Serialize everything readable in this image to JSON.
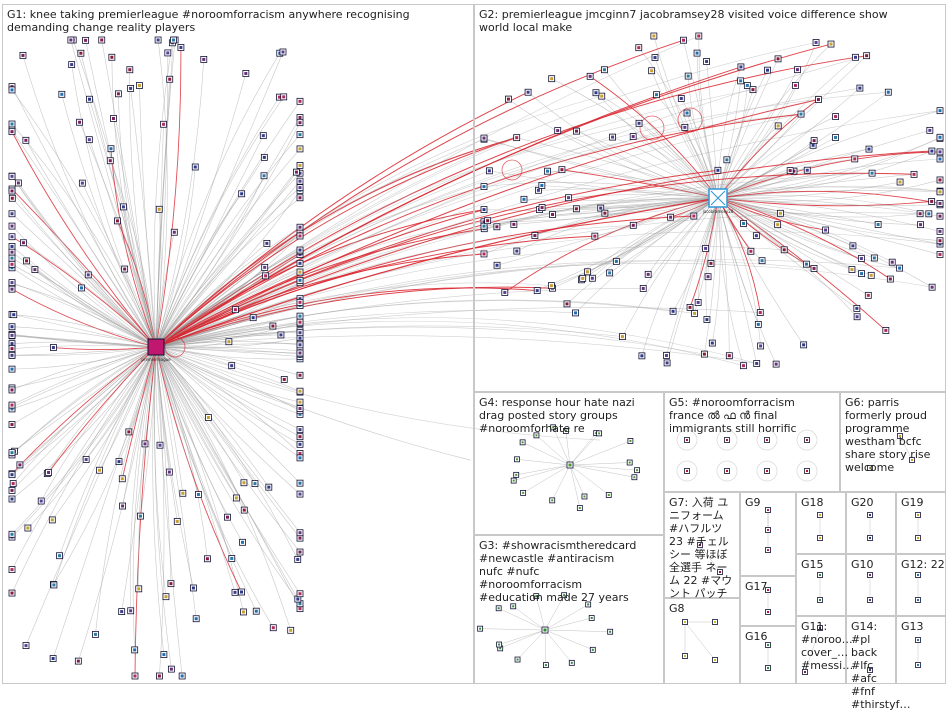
{
  "graph": {
    "title": "",
    "colors": {
      "edge": "#9a9a9a",
      "edge_highlight": "#d9232d",
      "node_border": "#111133",
      "hub_fill": "#c0186e",
      "hub2_fill": "#3a9ad9",
      "g3_node": "#2e8b3a",
      "g4_node": "#4a9a2a",
      "g5_node": "#b0182e",
      "frame": "#c8c8c8"
    },
    "hub_labels": {
      "g1_hub": "premierleague",
      "g2_hub": "jacobramsey28"
    },
    "groups": [
      {
        "id": "G1",
        "label": "G1: knee taking premierleague #noroomforracism anywhere recognising demanding change reality players"
      },
      {
        "id": "G2",
        "label": "G2: premierleague jmcginn7 jacobramsey28 visited voice difference show world local make"
      },
      {
        "id": "G4",
        "label": "G4: response hour hate nazi drag posted story groups #noroomforhate re"
      },
      {
        "id": "G5",
        "label": "G5: #noroomforracism france ൽ ഫ ൻ final immigrants still horrific"
      },
      {
        "id": "G6",
        "label": "G6: parris formerly proud programme westham bcfc share story rise welcome"
      },
      {
        "id": "G3",
        "label": "G3: #showracismtheredcard #newcastle #antiracism nufc #nufc #noroomforracism #education made 27 years"
      },
      {
        "id": "G7",
        "label": "G7: 入荷 ユニフォーム #ハフルツ 23 #チェルシー 等ほぼ全選手 ネーム 22 #マウント パッチ"
      },
      {
        "id": "G9",
        "label": "G9"
      },
      {
        "id": "G18",
        "label": "G18"
      },
      {
        "id": "G20",
        "label": "G20"
      },
      {
        "id": "G19",
        "label": "G19"
      },
      {
        "id": "G15",
        "label": "G15"
      },
      {
        "id": "G10",
        "label": "G10"
      },
      {
        "id": "G12",
        "label": "G12: 22"
      },
      {
        "id": "G17",
        "label": "G17"
      },
      {
        "id": "G8",
        "label": "G8"
      },
      {
        "id": "G16",
        "label": "G16"
      },
      {
        "id": "G11",
        "label": "G11: #noroo… cover_… #messi…"
      },
      {
        "id": "G14",
        "label": "G14: #pl back #lfc #afc #fnf #thirstyf…"
      },
      {
        "id": "G13",
        "label": "G13"
      }
    ]
  }
}
